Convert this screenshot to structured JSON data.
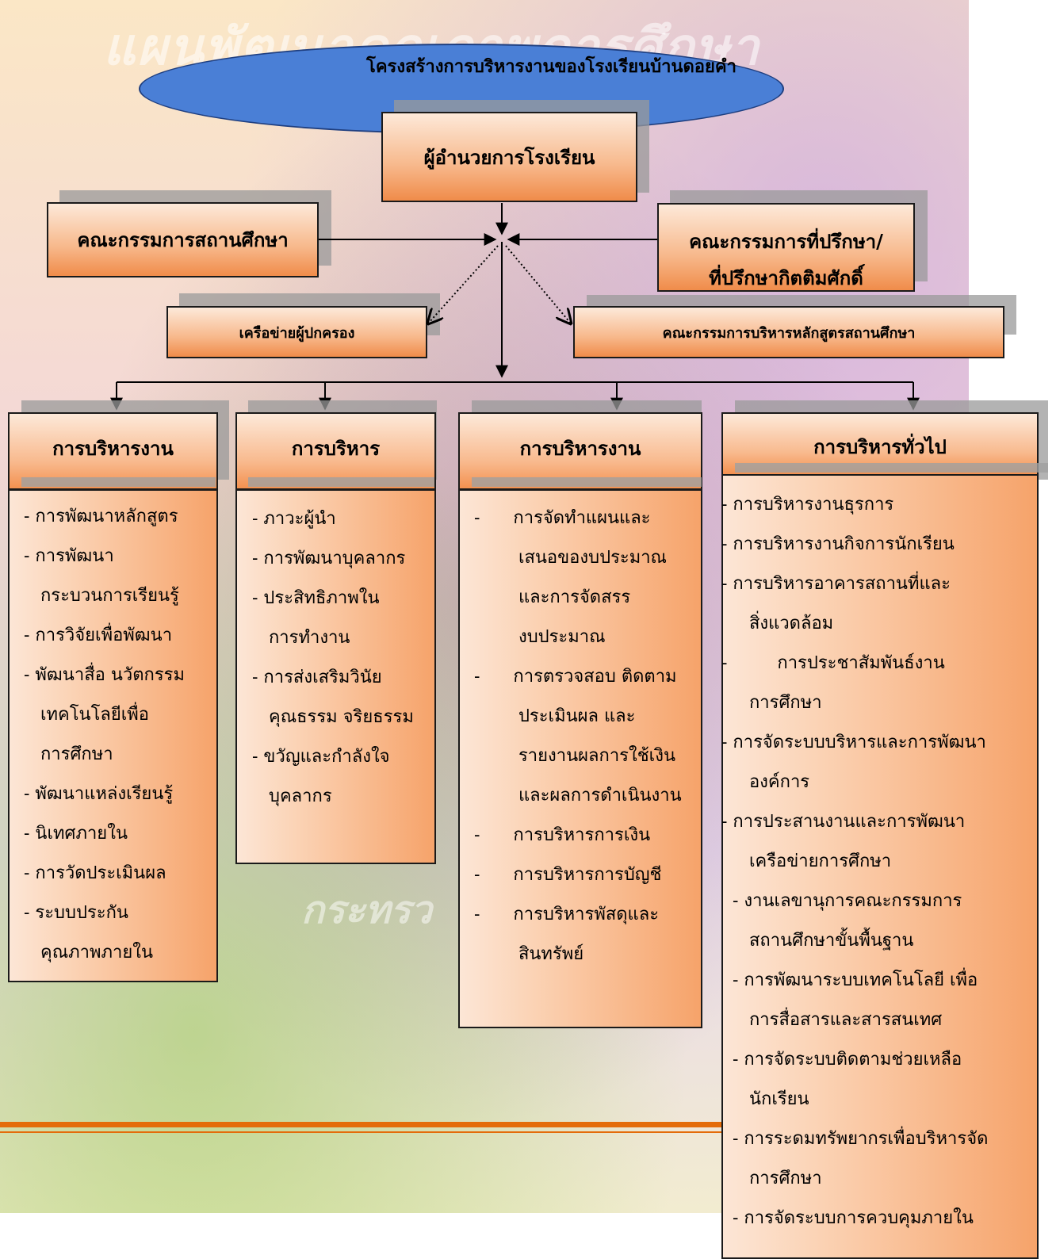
{
  "title": "โครงสร้างการบริหารงานของโรงเรียนบ้านดอยคำ",
  "background_text": {
    "top": "แผนพัฒนาคุณภาพการศึกษา",
    "middle": "กระทรว"
  },
  "director": "ผู้อำนวยการโรงเรียน",
  "left_committee": "คณะกรรมการสถานศึกษา",
  "right_committee_line1": "คณะกรรมการที่ปรึกษา/",
  "right_committee_line2": "ที่ปรึกษากิตติมศักดิ์",
  "parent_network": "เครือข่ายผู้ปกครอง",
  "curriculum_committee": "คณะกรรมการบริหารหลักสูตรสถานศึกษา",
  "columns": [
    {
      "header": "การบริหารงาน",
      "items": [
        "- การพัฒนาหลักสูตร",
        "- การพัฒนา",
        "   กระบวนการเรียนรู้",
        "- การวิจัยเพื่อพัฒนา",
        "- พัฒนาสื่อ นวัตกรรม",
        "   เทคโนโลยีเพื่อ",
        "   การศึกษา",
        "- พัฒนาแหล่งเรียนรู้",
        "- นิเทศภายใน",
        "- การวัดประเมินผล",
        "- ระบบประกัน",
        "   คุณภาพภายใน"
      ]
    },
    {
      "header": "การบริหาร",
      "items": [
        "- ภาวะผู้นำ",
        "- การพัฒนาบุคลากร",
        "- ประสิทธิภาพใน",
        "   การทำงาน",
        "- การส่งเสริมวินัย",
        "   คุณธรรม จริยธรรม",
        "- ขวัญและกำลังใจ",
        "   บุคลากร"
      ]
    },
    {
      "header": "การบริหารงาน",
      "items": [
        "-      การจัดทำแผนและ",
        "        เสนอของบประมาณ",
        "        และการจัดสรร",
        "        งบประมาณ",
        "-      การตรวจสอบ ติดตาม",
        "        ประเมินผล และ",
        "        รายงานผลการใช้เงิน",
        "        และผลการดำเนินงาน",
        "-      การบริหารการเงิน",
        "-      การบริหารการบัญชี",
        "-      การบริหารพัสดุและ",
        "        สินทรัพย์"
      ]
    },
    {
      "header": "การบริหารทั่วไป",
      "items": [
        "- การบริหารงานธุรการ",
        "- การบริหารงานกิจการนักเรียน",
        "- การบริหารอาคารสถานที่และ",
        "     สิ่งแวดล้อม",
        "-         การประชาสัมพันธ์งาน",
        "     การศึกษา",
        "- การจัดระบบบริหารและการพัฒนา",
        "     องค์การ",
        "- การประสานงานและการพัฒนา",
        "     เครือข่ายการศึกษา",
        "  - งานเลขานุการคณะกรรมการ",
        "     สถานศึกษาขั้นพื้นฐาน",
        "  - การพัฒนาระบบเทคโนโลยี เพื่อ",
        "     การสื่อสารและสารสนเทศ",
        "  - การจัดระบบติดตามช่วยเหลือ",
        "     นักเรียน",
        "  - การระดมทรัพยากรเพื่อบริหารจัด",
        "     การศึกษา",
        "  - การจัดระบบการควบคุมภายใน"
      ]
    }
  ]
}
